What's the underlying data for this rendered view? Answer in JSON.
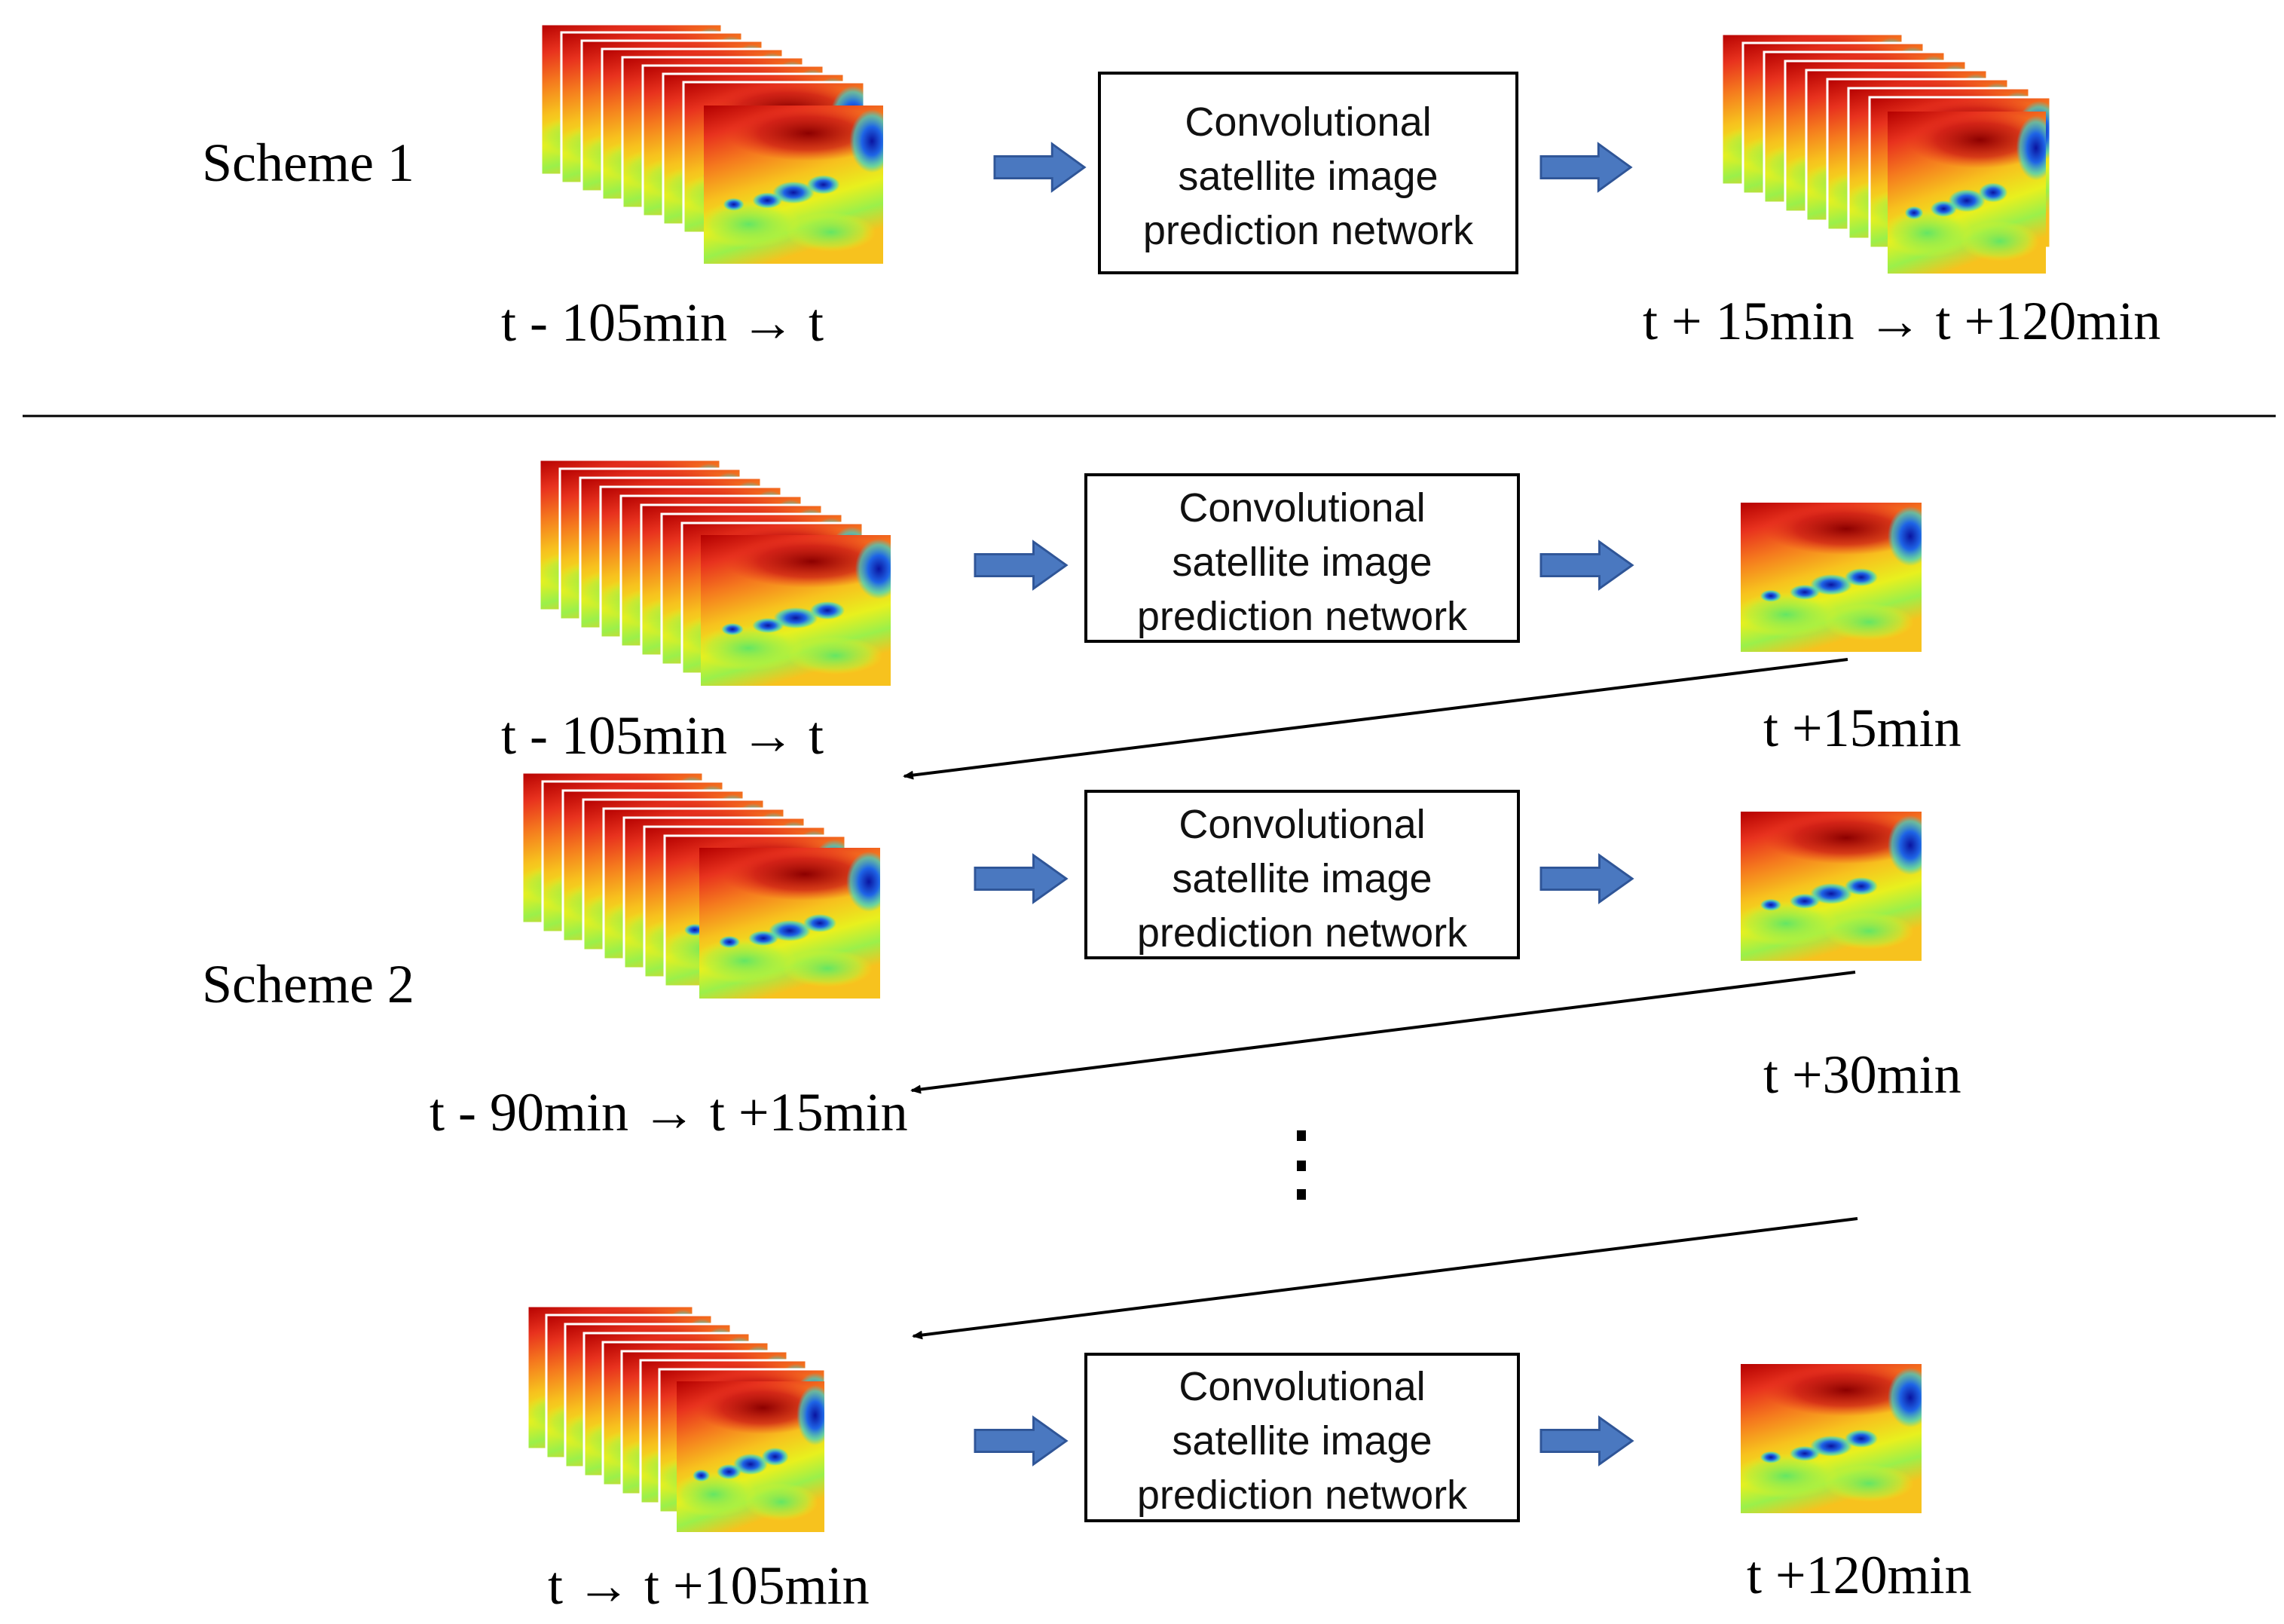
{
  "scheme1": {
    "label": "Scheme 1",
    "input_label": "t - 105min → t",
    "network_label_lines": [
      "Convolutional",
      "satellite image",
      "prediction network"
    ],
    "output_label": "t + 15min → t +120min"
  },
  "scheme2": {
    "label": "Scheme 2",
    "steps": [
      {
        "input_label": "t - 105min → t",
        "network_label_lines": [
          "Convolutional",
          "satellite image",
          "prediction network"
        ],
        "output_label": "t +15min"
      },
      {
        "input_label": "t - 90min → t +15min",
        "network_label_lines": [
          "Convolutional",
          "satellite image",
          "prediction network"
        ],
        "output_label": "t +30min"
      },
      {
        "input_label": "t → t +105min",
        "network_label_lines": [
          "Convolutional",
          "satellite image",
          "prediction network"
        ],
        "output_label": "t +120min"
      }
    ]
  },
  "colors": {
    "block_arrow": "#4a78c0",
    "line": "#000000",
    "heatmap_stops": [
      "#b40000",
      "#e8321e",
      "#f57a1e",
      "#f7c21e",
      "#e8f01e",
      "#9bf04a",
      "#32d2d2",
      "#1e64e6",
      "#0a14a0"
    ]
  },
  "icons": {
    "block_arrow": "right-block-arrow-icon",
    "ellipsis": "vertical-ellipsis-icon"
  }
}
